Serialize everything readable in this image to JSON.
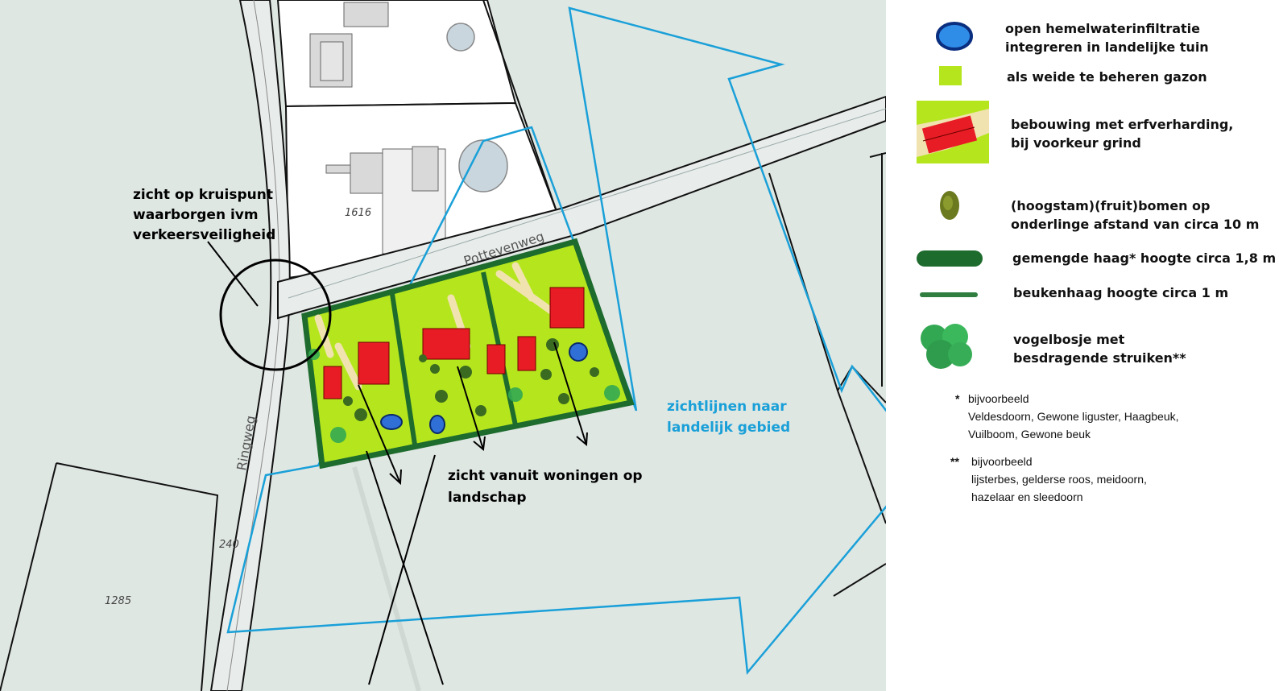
{
  "map": {
    "road_labels": {
      "pottevenweg": "Pottevenweg",
      "ringweg": "Ringweg"
    },
    "parcel_numbers": {
      "p1616": "1616",
      "p1285": "1285",
      "p240": "240"
    },
    "annotations": {
      "crossing_view": [
        "zicht op kruispunt",
        "waarborgen ivm",
        "verkeersveiligheid"
      ],
      "landscape_view": [
        "zicht vanuit woningen op",
        "landschap"
      ],
      "sightlines": [
        "zichtlijnen naar",
        "landelijk gebied"
      ]
    },
    "colors": {
      "map_background": "#dfe7e3",
      "lawn": "#b5e61d",
      "building": "#e81c24",
      "sightline": "#1aa0d8",
      "hedge": "#1e6b2e",
      "water": "#2f6fd6"
    }
  },
  "legend": {
    "items": [
      {
        "icon": "water-infiltration-icon",
        "lines": [
          "open hemelwaterinfiltratie",
          "integreren in landelijke tuin"
        ]
      },
      {
        "icon": "lawn-icon",
        "lines": [
          "als weide te beheren gazon"
        ]
      },
      {
        "icon": "building-icon",
        "lines": [
          "bebouwing met erfverharding,",
          "bij voorkeur grind"
        ]
      },
      {
        "icon": "tree-icon",
        "lines": [
          "(hoogstam)(fruit)bomen op",
          "onderlinge afstand van circa  10 m"
        ]
      },
      {
        "icon": "mixed-hedge-icon",
        "lines": [
          "gemengde haag* hoogte circa 1,8 m"
        ]
      },
      {
        "icon": "beech-hedge-icon",
        "lines": [
          "beukenhaag hoogte circa 1 m"
        ]
      },
      {
        "icon": "bird-shrub-icon",
        "lines": [
          "vogelbosje met",
          "besdragende struiken**"
        ]
      }
    ],
    "notes": [
      {
        "marker": "*",
        "label": "bijvoorbeeld",
        "lines": [
          "Veldesdoorn, Gewone liguster, Haagbeuk,",
          "Vuilboom, Gewone beuk"
        ]
      },
      {
        "marker": "**",
        "label": "bijvoorbeeld",
        "lines": [
          "lijsterbes, gelderse roos, meidoorn,",
          "hazelaar en sleedoorn"
        ]
      }
    ]
  }
}
